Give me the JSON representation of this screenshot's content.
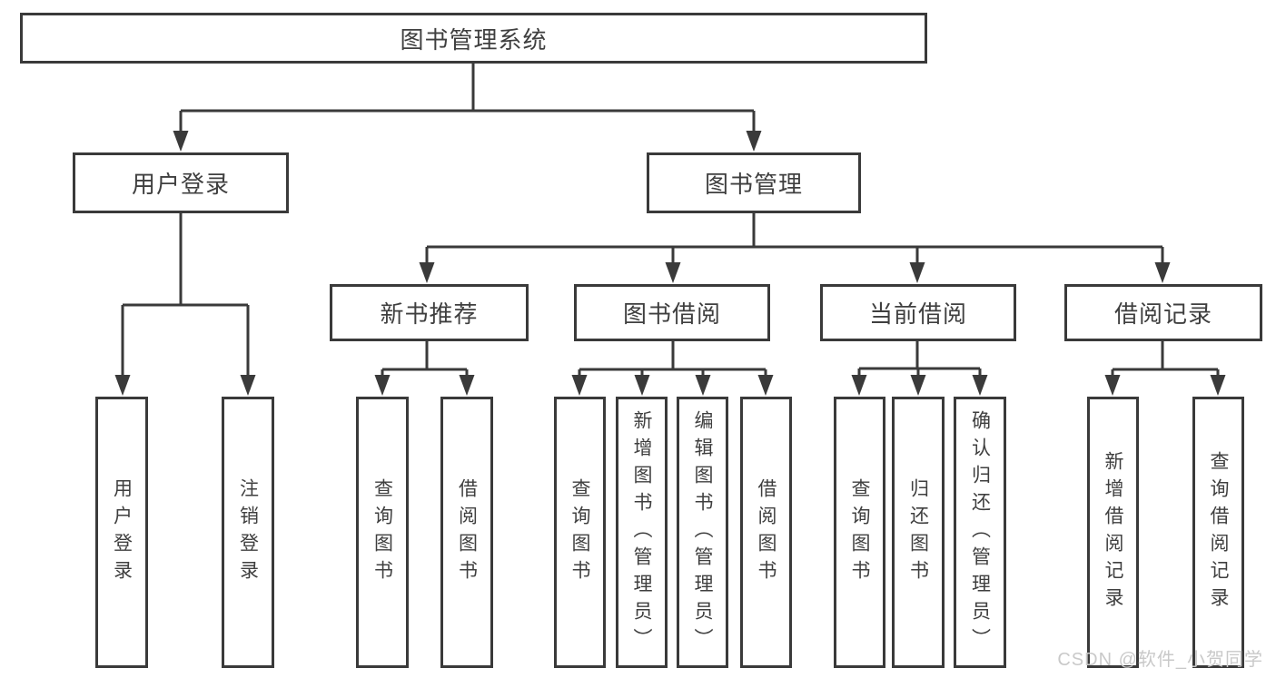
{
  "diagram": {
    "title_node": "图书管理系统",
    "root": {
      "label": "图书管理系统"
    },
    "branches": [
      {
        "label": "用户登录",
        "children": [
          {
            "label": "用户登录"
          },
          {
            "label": "注销登录"
          }
        ]
      },
      {
        "label": "图书管理",
        "children": [
          {
            "label": "新书推荐",
            "children": [
              {
                "label": "查询图书"
              },
              {
                "label": "借阅图书"
              }
            ]
          },
          {
            "label": "图书借阅",
            "children": [
              {
                "label": "查询图书"
              },
              {
                "label": "新增图书（管理员）"
              },
              {
                "label": "编辑图书（管理员）"
              },
              {
                "label": "借阅图书"
              }
            ]
          },
          {
            "label": "当前借阅",
            "children": [
              {
                "label": "查询图书"
              },
              {
                "label": "归还图书"
              },
              {
                "label": "确认归还（管理员）"
              }
            ]
          },
          {
            "label": "借阅记录",
            "children": [
              {
                "label": "新增借阅记录"
              },
              {
                "label": "查询借阅记录"
              }
            ]
          }
        ]
      }
    ],
    "colors": {
      "line": "#3a3a3a",
      "text": "#3f3f3f",
      "background": "#ffffff",
      "watermark": "#c9c9c9"
    }
  },
  "watermark": {
    "text": "CSDN @软件_小贺同学"
  }
}
